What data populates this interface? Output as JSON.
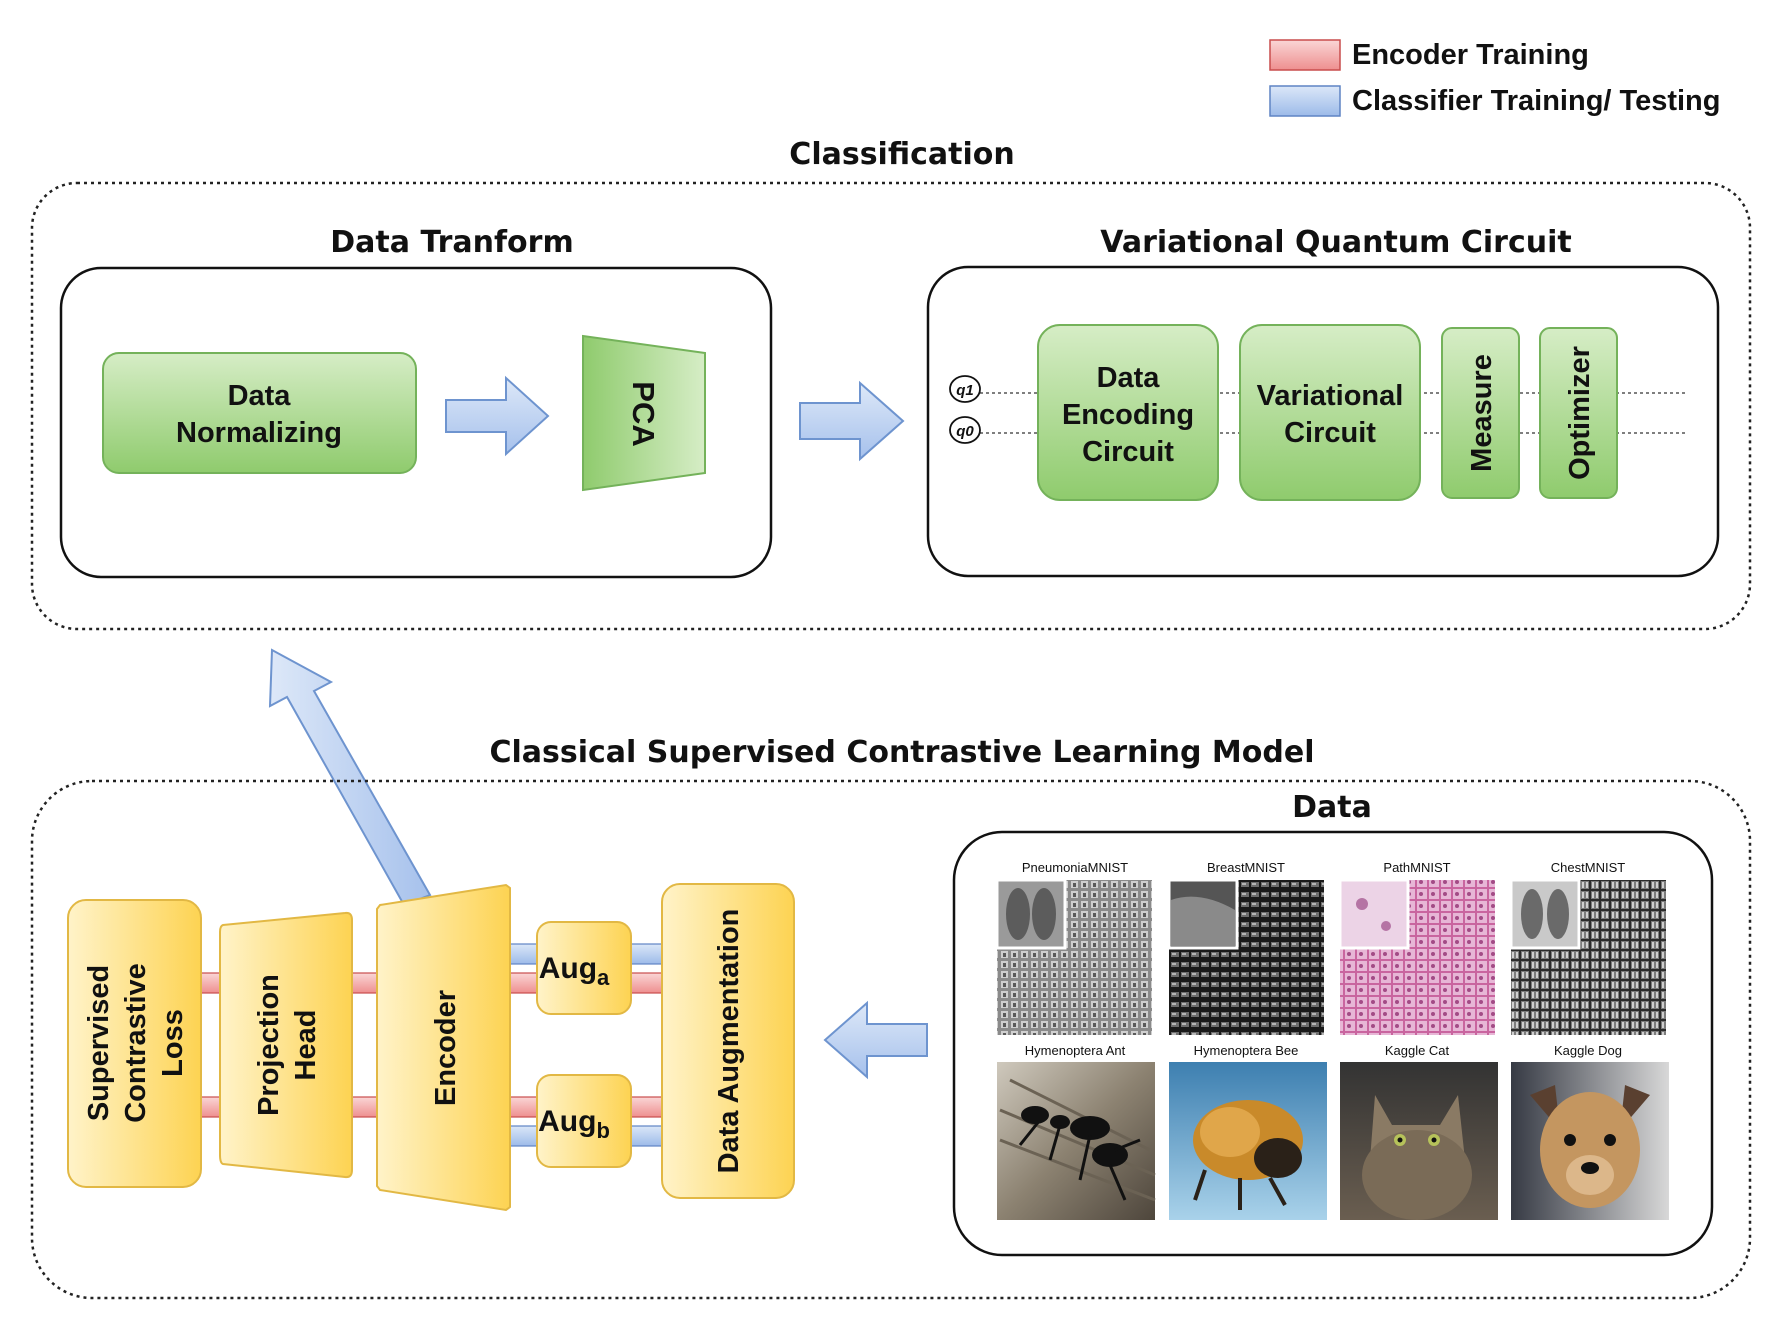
{
  "legend": {
    "encoder_training": "Encoder Training",
    "classifier_training": "Classifier Training/ Testing",
    "colors": {
      "encoder": "#f4a3a3",
      "classifier": "#a9c4ee"
    }
  },
  "classification": {
    "title": "Classification",
    "data_transform": {
      "title": "Data Tranform",
      "normalizing_line1": "Data",
      "normalizing_line2": "Normalizing",
      "pca": "PCA"
    },
    "vqc": {
      "title": "Variational Quantum Circuit",
      "qubit1": "q1",
      "qubit0": "q0",
      "encoding_line1": "Data",
      "encoding_line2": "Encoding",
      "encoding_line3": "Circuit",
      "variational_line1": "Variational",
      "variational_line2": "Circuit",
      "measure": "Measure",
      "optimizer": "Optimizer"
    }
  },
  "scl": {
    "title": "Classical Supervised Contrastive Learning Model",
    "loss_line1": "Supervised",
    "loss_line2": "Contrastive",
    "loss_line3": "Loss",
    "projection_line1": "Projection",
    "projection_line2": "Head",
    "encoder": "Encoder",
    "aug_a_main": "Aug",
    "aug_a_sub": "a",
    "aug_b_main": "Aug",
    "aug_b_sub": "b",
    "data_augmentation": "Data Augmentation",
    "data": {
      "title": "Data",
      "datasets": [
        "PneumoniaMNIST",
        "BreastMNIST",
        "PathMNIST",
        "ChestMNIST",
        "Hymenoptera Ant",
        "Hymenoptera Bee",
        "Kaggle Cat",
        "Kaggle Dog"
      ]
    }
  }
}
